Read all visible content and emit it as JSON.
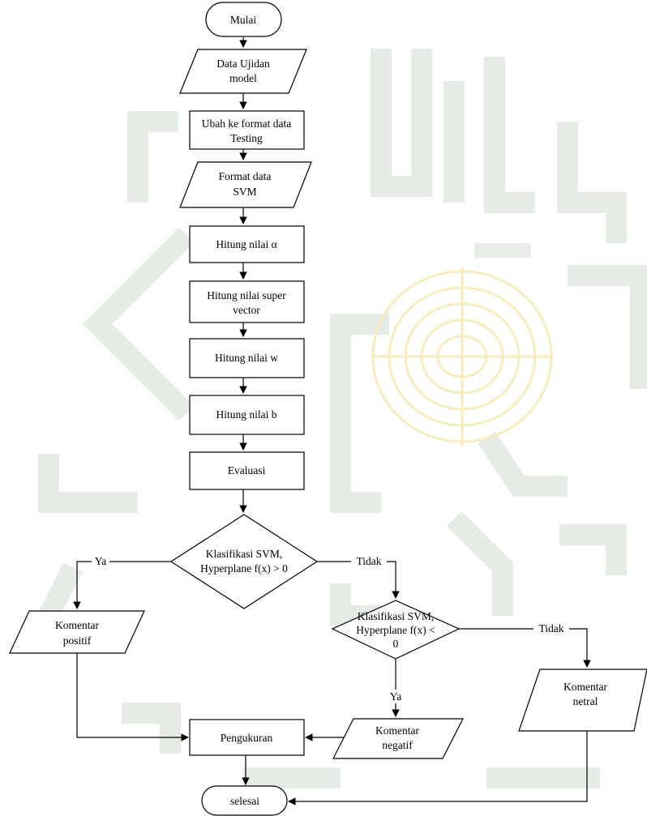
{
  "nodes": {
    "mulai": [
      "Mulai"
    ],
    "data_uji": [
      "Data Ujidan",
      "model"
    ],
    "ubah_format": [
      "Ubah ke format data",
      "Testing"
    ],
    "format_svm": [
      "Format data",
      "SVM"
    ],
    "hitung_alpha": [
      "Hitung nilai α"
    ],
    "hitung_super_vector": [
      "Hitung nilai super",
      "vector"
    ],
    "hitung_w": [
      "Hitung nilai w"
    ],
    "hitung_b": [
      "Hitung nilai b"
    ],
    "evaluasi": [
      "Evaluasi"
    ],
    "klasifikasi_positif": [
      "Klasifikasi SVM,",
      "Hyperplane f(x) > 0"
    ],
    "klasifikasi_negatif": [
      "Klasifikasi SVM,",
      "Hyperplane f(x) <",
      "0"
    ],
    "komentar_positif": [
      "Komentar",
      "positif"
    ],
    "komentar_negatif": [
      "Komentar",
      "negatif"
    ],
    "komentar_netral": [
      "Komentar",
      "netral"
    ],
    "pengukuran": [
      "Pengukuran"
    ],
    "selesai": [
      "selesai"
    ]
  },
  "edge_labels": {
    "ya_1": "Ya",
    "tidak_1": "Tidak",
    "ya_2": "Ya",
    "tidak_2": "Tidak"
  },
  "colors": {
    "line": "#000000",
    "watermark_green": "#e5ebe5",
    "watermark_gold": "#f6ecbd"
  }
}
